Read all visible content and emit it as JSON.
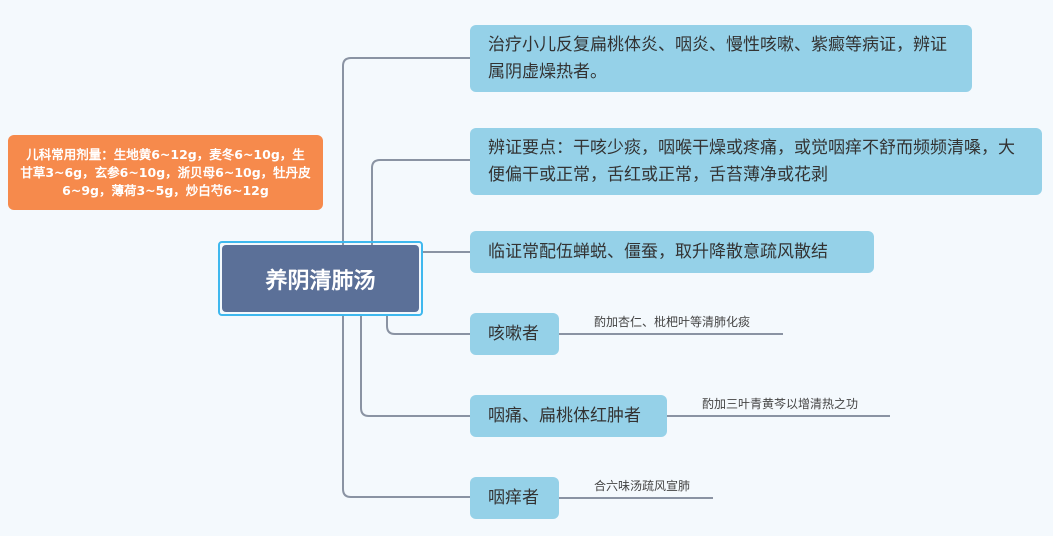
{
  "central_topic": "养阴清肺汤",
  "dosage_note": "儿科常用剂量：生地黄6~12g，麦冬6~10g，生甘草3~6g，玄参6~10g，浙贝母6~10g，牡丹皮6~9g，薄荷3~5g，炒白芍6~12g",
  "branches": [
    {
      "text": "治疗小儿反复扁桃体炎、咽炎、慢性咳嗽、紫癜等病证，辨证属阴虚燥热者。"
    },
    {
      "text": "辨证要点：干咳少痰，咽喉干燥或疼痛，或觉咽痒不舒而频频清嗓，大便偏干或正常，舌红或正常，舌苔薄净或花剥"
    },
    {
      "text": "临证常配伍蝉蜕、僵蚕，取升降散意疏风散结"
    },
    {
      "text": "咳嗽者",
      "note": "酌加杏仁、枇杷叶等清肺化痰"
    },
    {
      "text": "咽痛、扁桃体红肿者",
      "note": "酌加三叶青黄芩以增清热之功"
    },
    {
      "text": "咽痒者",
      "note": "合六味汤疏风宣肺"
    }
  ],
  "colors": {
    "branch": "#95d1e8",
    "center": "#5b7098",
    "dosage": "#f68a4c",
    "line": "#8a93a3"
  }
}
